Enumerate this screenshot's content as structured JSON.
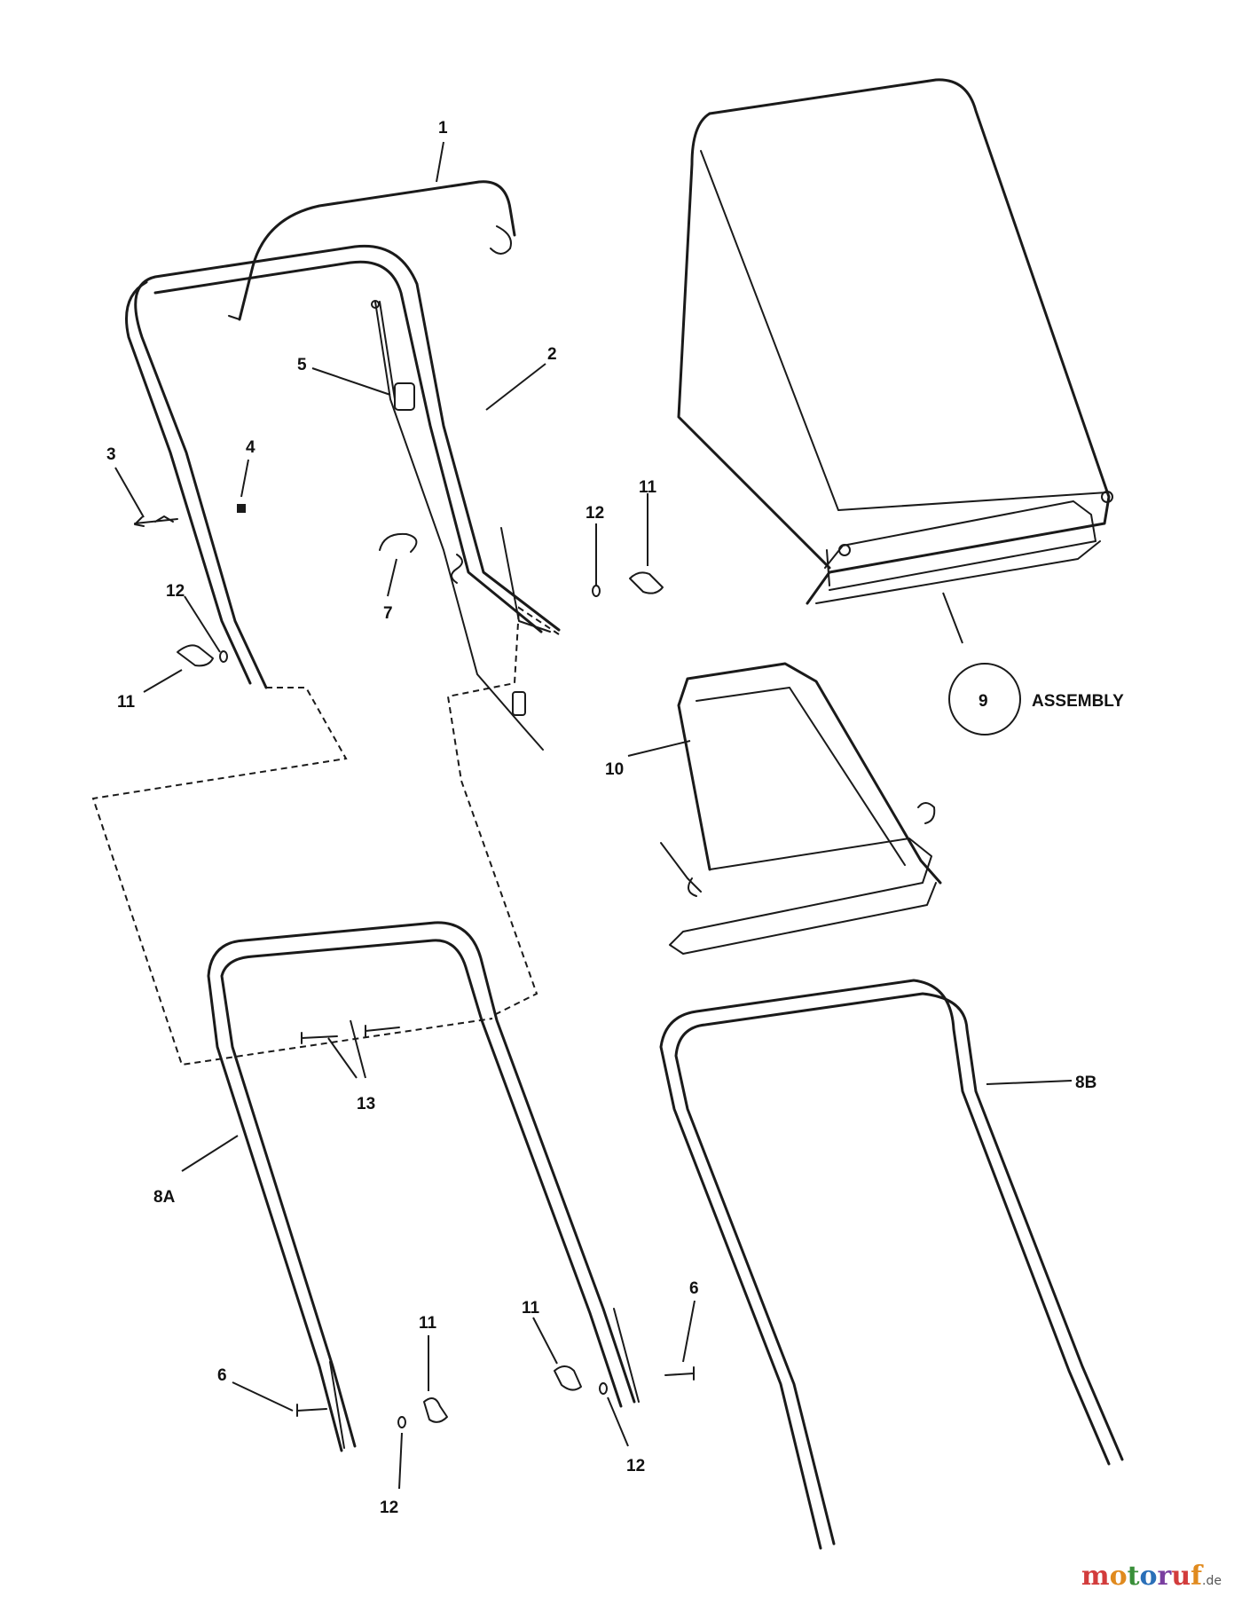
{
  "labels": {
    "l1": "1",
    "l2": "2",
    "l3": "3",
    "l4": "4",
    "l5": "5",
    "l6a": "6",
    "l6b": "6",
    "l7": "7",
    "l8a": "8A",
    "l8b": "8B",
    "l9": "9",
    "l9text": "ASSEMBLY",
    "l10": "10",
    "l11a": "11",
    "l11b": "11",
    "l11c": "11",
    "l11d": "11",
    "l12a": "12",
    "l12b": "12",
    "l12c": "12",
    "l12d": "12",
    "l13": "13"
  },
  "watermark": {
    "letters": [
      "m",
      "o",
      "t",
      "o",
      "r",
      "u",
      "f"
    ],
    "suffix": ".de"
  }
}
